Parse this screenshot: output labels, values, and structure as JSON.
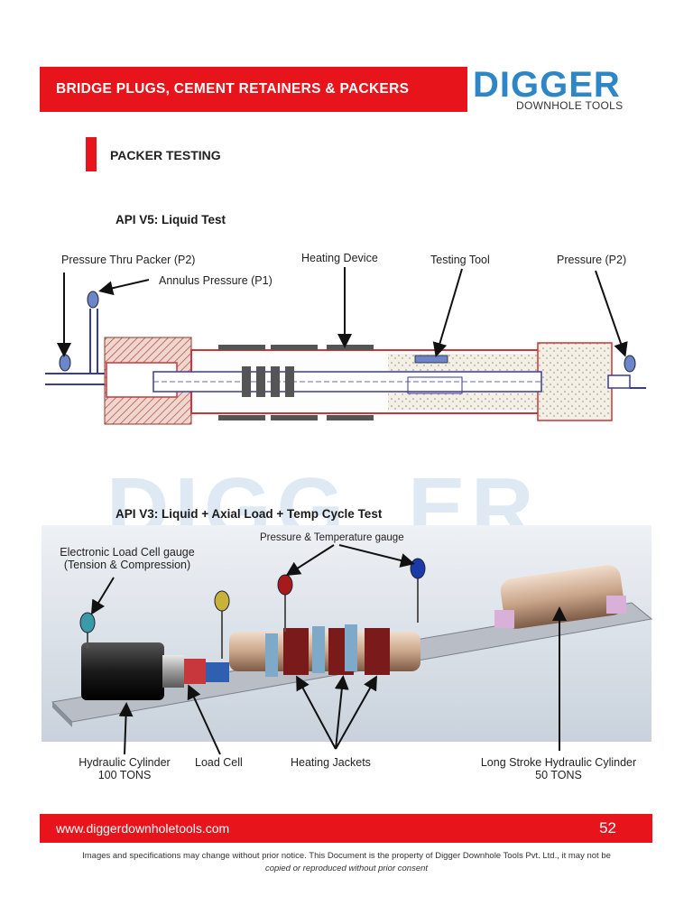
{
  "header": {
    "title": "BRIDGE PLUGS, CEMENT RETAINERS & PACKERS",
    "logo_text": "DIGGER",
    "logo_sub": "DOWNHOLE TOOLS",
    "colors": {
      "red": "#e8141b",
      "logo_blue": "#2f86c6"
    }
  },
  "section": {
    "title": "PACKER TESTING"
  },
  "test1": {
    "title": "API V5: Liquid Test",
    "labels": {
      "pressure_thru_packer": "Pressure Thru Packer (P2)",
      "annulus_pressure": "Annulus Pressure (P1)",
      "heating_device": "Heating Device",
      "testing_tool": "Testing Tool",
      "pressure_p2": "Pressure (P2)"
    }
  },
  "test2": {
    "title": "API V3: Liquid + Axial Load + Temp Cycle Test",
    "labels": {
      "load_cell_gauge_1": "Electronic Load Cell gauge",
      "load_cell_gauge_2": "(Tension & Compression)",
      "pt_gauge": "Pressure & Temperature gauge",
      "hyd_cyl_1": "Hydraulic Cylinder",
      "hyd_cyl_2": "100 TONS",
      "load_cell": "Load Cell",
      "heating_jackets": "Heating Jackets",
      "long_stroke_1": "Long Stroke Hydraulic Cylinder",
      "long_stroke_2": "50 TONS"
    }
  },
  "footer": {
    "url": "www.diggerdownholetools.com",
    "page": "52",
    "disclaimer_1": "Images and specifications may change without prior notice. This Document is the property of Digger Downhole Tools Pvt. Ltd., it may not be",
    "disclaimer_2": "copied or reproduced without prior consent"
  }
}
